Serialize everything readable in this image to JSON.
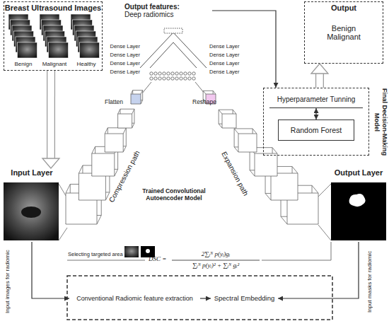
{
  "diagram": {
    "nodes": [
      {
        "text": [
          "Breast Ultrasound Images"
        ]
      },
      {
        "text": [
          "Output features:",
          "Deep radiomics"
        ]
      },
      {
        "text": [
          "Output",
          "Benign Malignant"
        ]
      },
      {
        "text": [
          "Final Decision-Making Model"
        ]
      },
      {
        "text": [
          "Hyperparameter Tunning"
        ],
        "in": 3
      },
      {
        "text": [
          "Random Forest"
        ],
        "in": 3
      },
      {
        "text": [
          "Input Layer"
        ]
      },
      {
        "text": [
          "Output Layer"
        ]
      },
      {
        "text": [
          "Conventional Radiomic feature extraction"
        ]
      },
      {
        "text": [
          "Spectral Embedding"
        ]
      }
    ],
    "edges": [
      {
        "from": 0,
        "to": 6,
        "arrow": "to"
      },
      {
        "from": 1,
        "to": 3,
        "arrow": "to"
      },
      {
        "from": 3,
        "to": 2,
        "arrow": "to"
      },
      {
        "from": 4,
        "to": 5,
        "arrow": "both"
      },
      {
        "from": 6,
        "to": 8,
        "arrow": "to",
        "label": "Input images for radiomic"
      },
      {
        "from": 7,
        "to": 9,
        "arrow": "to",
        "label": "Input masks for radiomic"
      },
      {
        "from": 8,
        "to": 9,
        "arrow": "to"
      }
    ],
    "labels": [
      "Benign",
      "Malignant",
      "Healthy",
      "Dense Layer",
      "Dense Layer",
      "Dense Layer",
      "Dense Layer",
      "Dense Layer",
      "Dense Layer",
      "Dense Layer",
      "Dense Layer",
      "Flatten",
      "Reshape",
      "Compression path",
      "Expansion path",
      "Trained Convolutional Autoencoder Model",
      "Selecting targeted area",
      "DSC =",
      "2∑ᵢᴺ p(yᵢ)gᵢ",
      "∑ᵢᴺ p(yᵢ)² + ∑ᵢᴺ gᵢ²"
    ]
  }
}
